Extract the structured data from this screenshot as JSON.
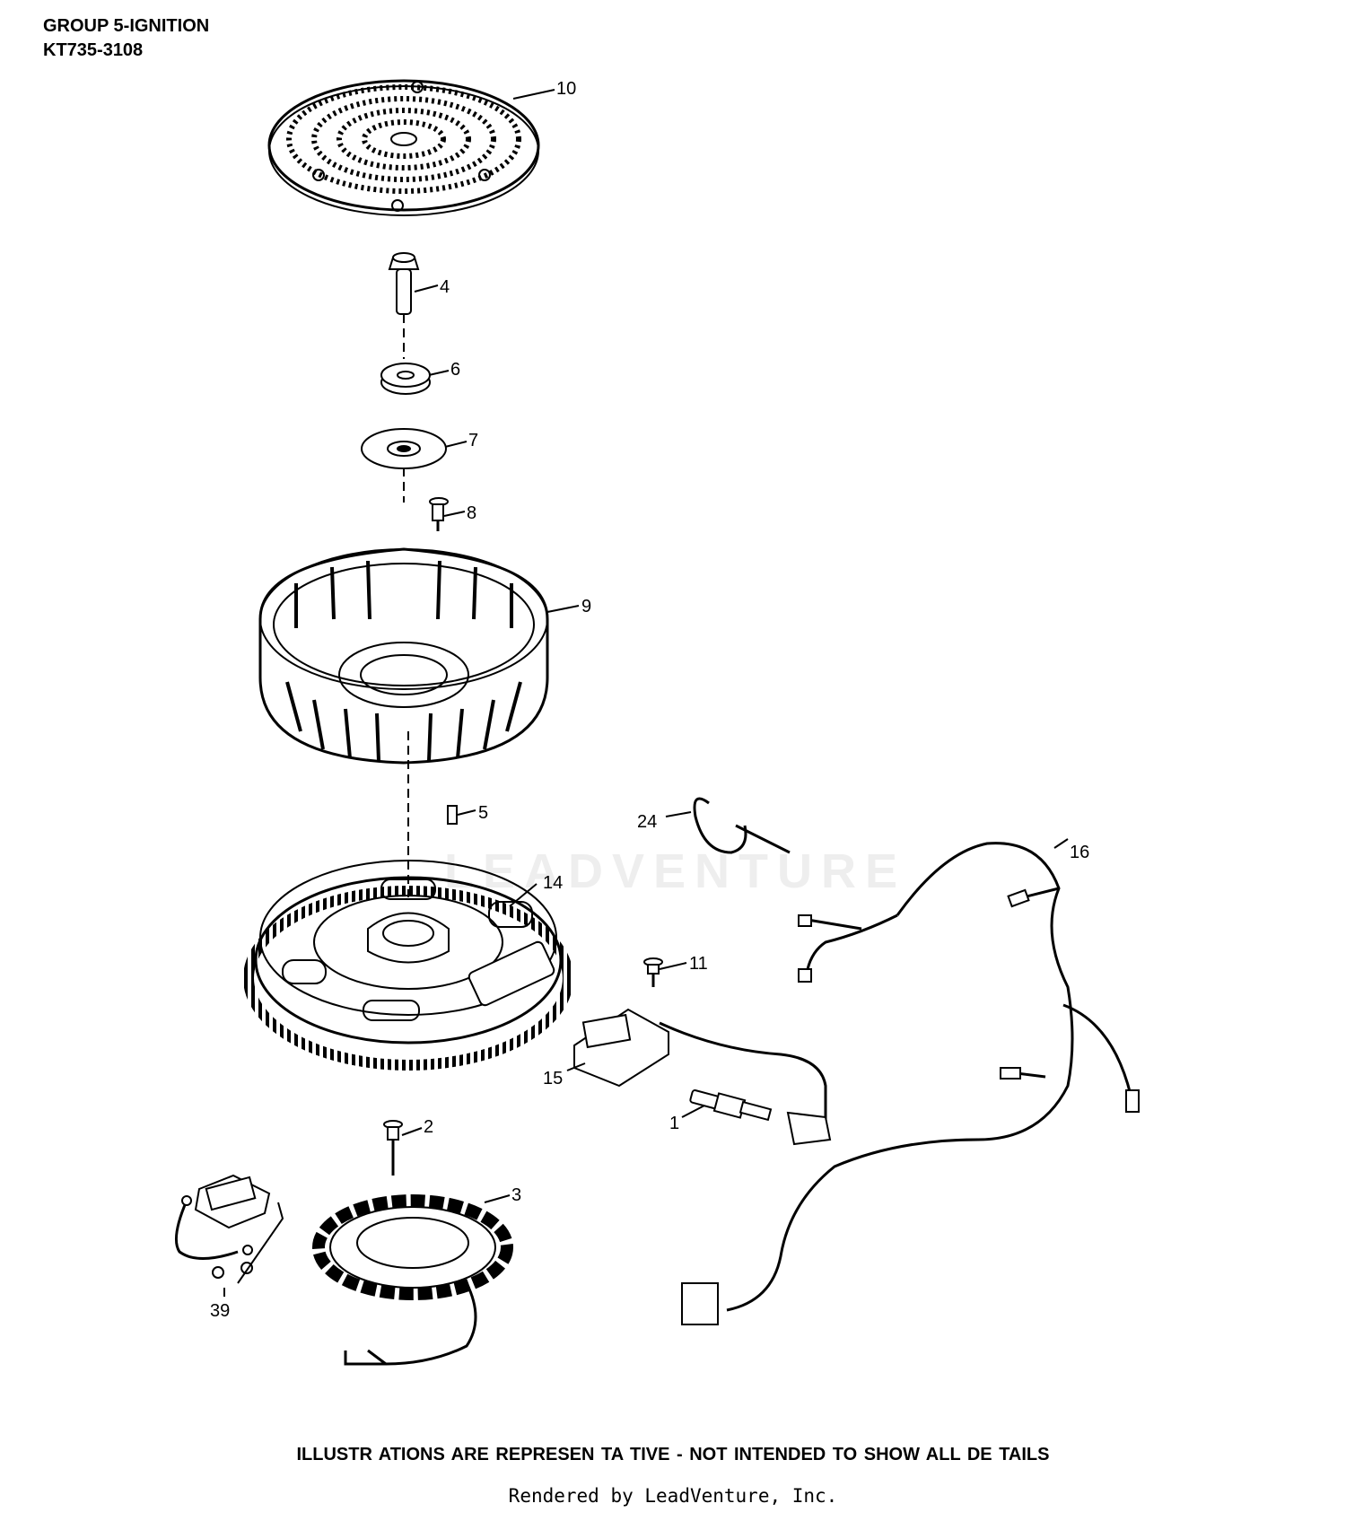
{
  "header": {
    "group": "GROUP 5-IGNITION",
    "model": "KT735-3108"
  },
  "watermark": {
    "text": "LEADVENTURE",
    "color": "#eeeeee"
  },
  "callouts": [
    "10",
    "4",
    "6",
    "7",
    "8",
    "9",
    "5",
    "24",
    "16",
    "14",
    "11",
    "15",
    "1",
    "2",
    "3",
    "39"
  ],
  "footer": {
    "note": "ILLUSTR ATIONS  ARE REPRESEN TA TIVE - NOT INTENDED    TO SHOW  ALL DE TAILS",
    "rendered_by": "Rendered by LeadVenture, Inc."
  },
  "colors": {
    "ink": "#000000",
    "background": "#ffffff"
  }
}
